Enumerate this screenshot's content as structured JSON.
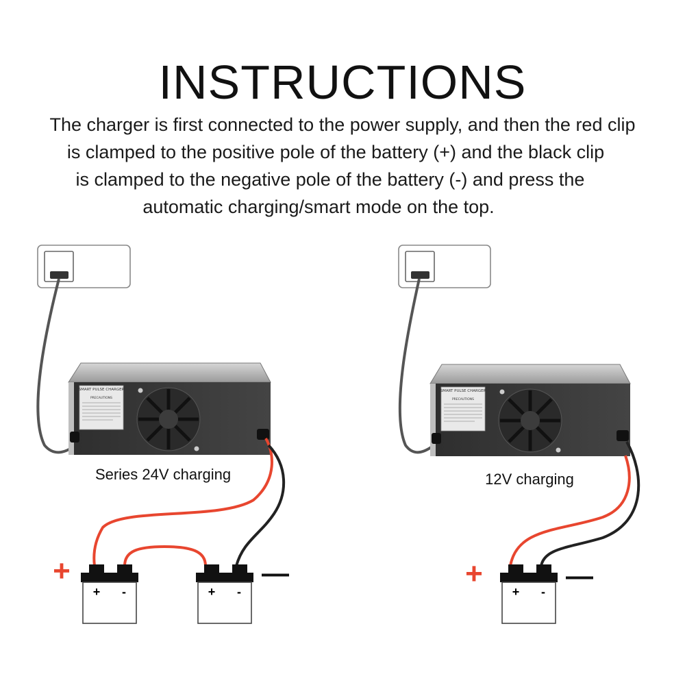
{
  "title": "INSTRUCTIONS",
  "instructions": [
    "The charger is first connected to the power supply, and then the red clip",
    "is clamped to the positive pole of the battery (+) and the black clip",
    "is clamped to the negative pole of the battery (-) and press the",
    "automatic charging/smart mode on the top."
  ],
  "charger_label": "SMART PULSE CHARGER",
  "precautions_label": "PRECAUTIONS",
  "left_diagram": {
    "caption": "Series 24V charging",
    "plus": "+",
    "minus": "—",
    "terminal_plus": "+",
    "terminal_minus": "-"
  },
  "right_diagram": {
    "caption": "12V charging",
    "plus": "+",
    "minus": "—",
    "terminal_plus": "+",
    "terminal_minus": "-"
  },
  "colors": {
    "positive": "#e8462f",
    "negative": "#222222",
    "cable": "#555555",
    "charger_body": "#3a3a3a",
    "charger_top": "#b8b8b8"
  }
}
